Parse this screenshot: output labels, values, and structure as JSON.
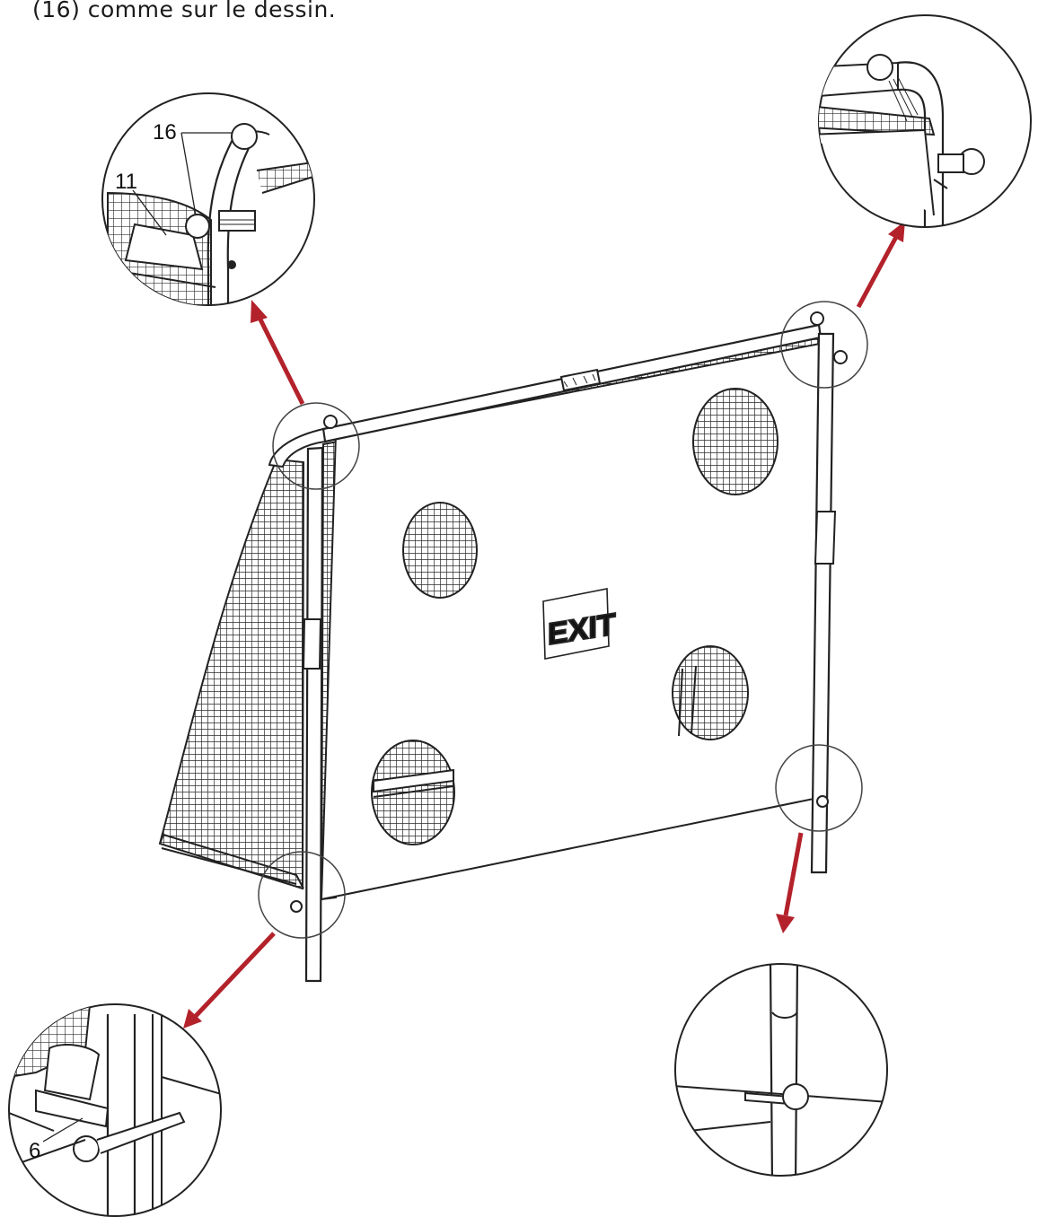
{
  "caption": "(16) comme sur le dessin.",
  "callouts": {
    "part16": "16",
    "part11": "11",
    "part6": "6"
  },
  "logo": {
    "text": "EXIT"
  },
  "frame_label": "EXIT",
  "colors": {
    "arrow": "#b3222b",
    "line": "#222222",
    "net": "#333333"
  }
}
